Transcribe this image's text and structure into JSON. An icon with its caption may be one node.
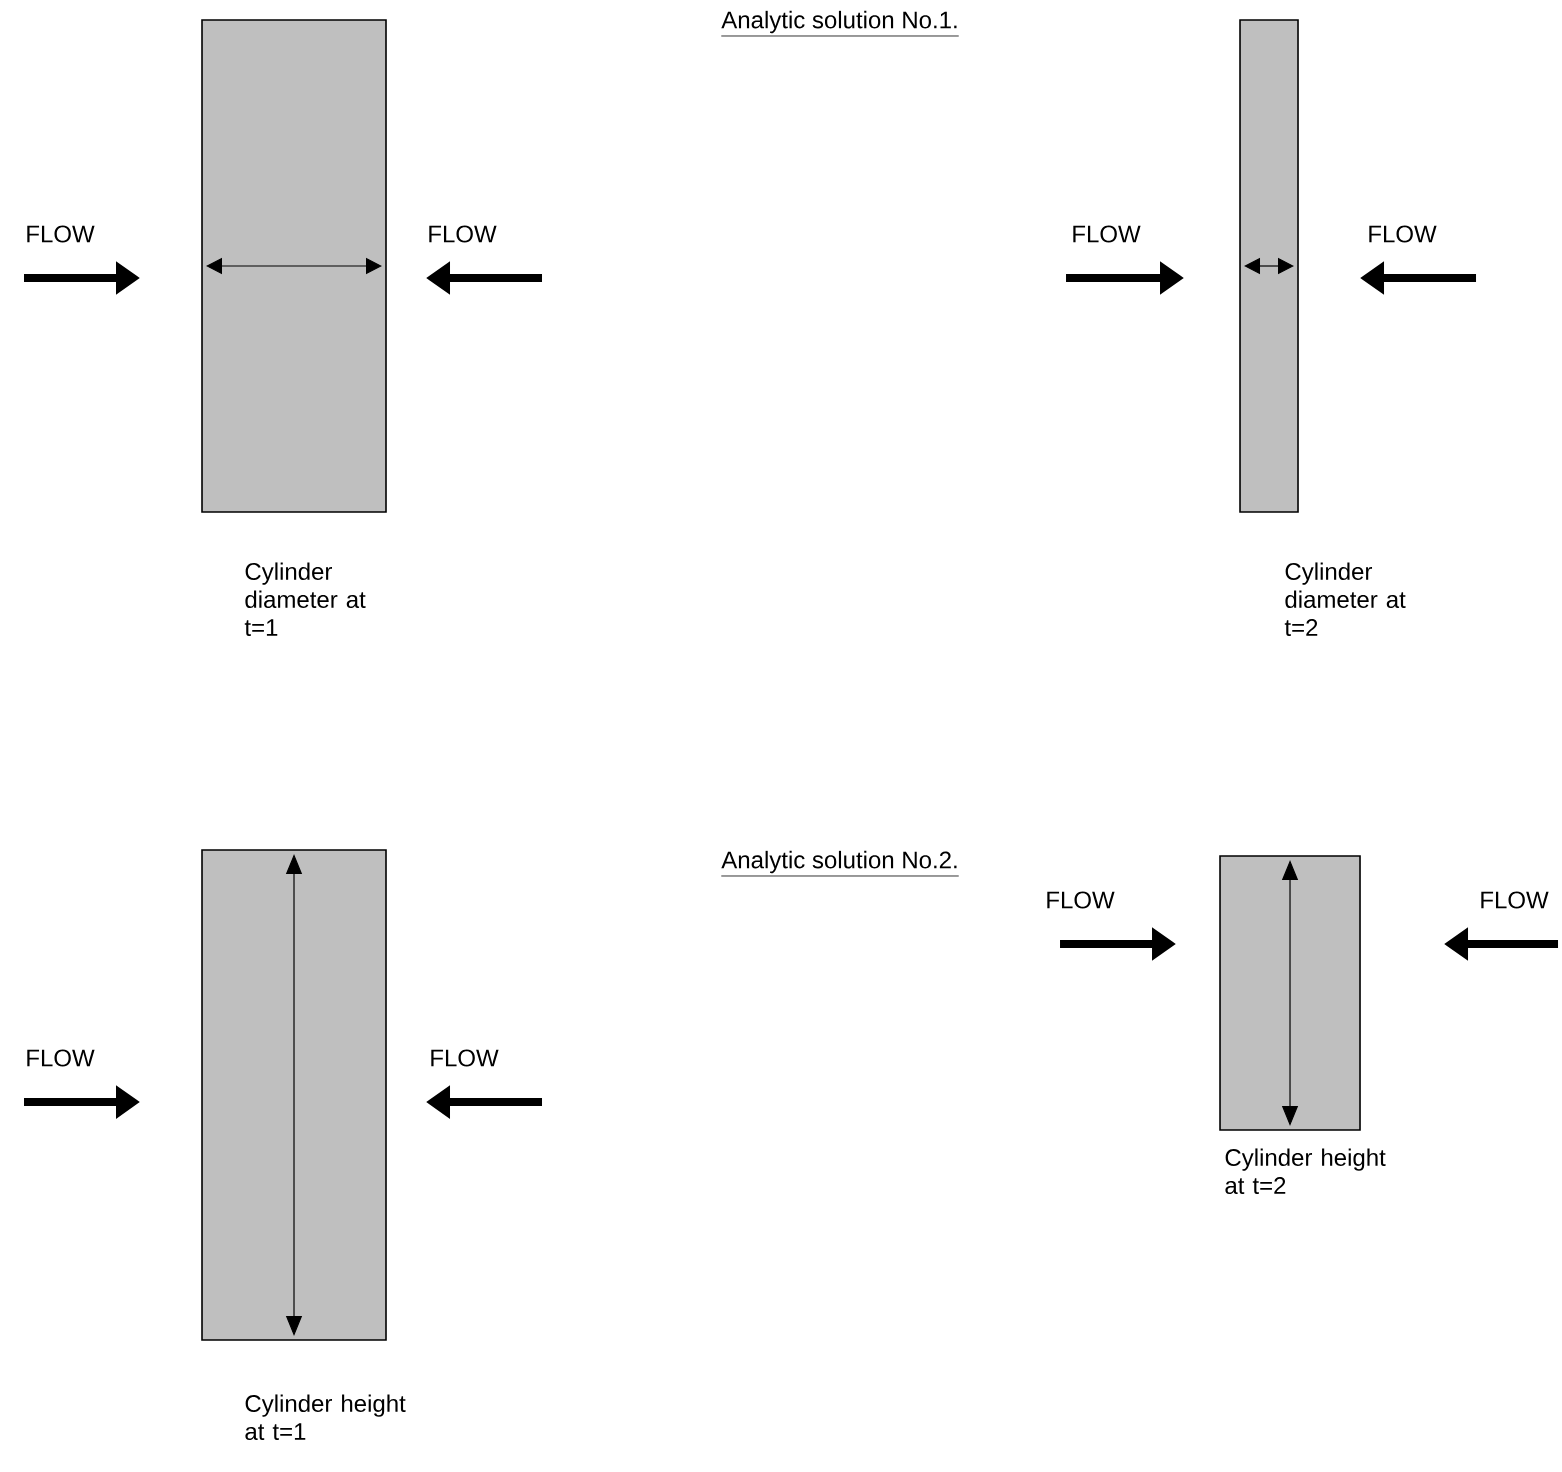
{
  "diagram": {
    "nodes": [
      {
        "text": [],
        "shape": "box",
        "beside": [
          "Cylinder diameter at t=1"
        ]
      },
      {
        "text": [],
        "shape": "box",
        "beside": [
          "Cylinder diameter at t=2"
        ]
      },
      {
        "text": [],
        "shape": "box",
        "beside": [
          "Cylinder height at t=1"
        ]
      },
      {
        "text": [],
        "shape": "box",
        "beside": [
          "Cylinder height at t=2"
        ]
      }
    ],
    "labels": [
      "Analytic solution No.1.",
      "FLOW",
      "FLOW",
      "FLOW",
      "FLOW",
      "Analytic solution No.2.",
      "FLOW",
      "FLOW",
      "FLOW",
      "FLOW"
    ]
  }
}
